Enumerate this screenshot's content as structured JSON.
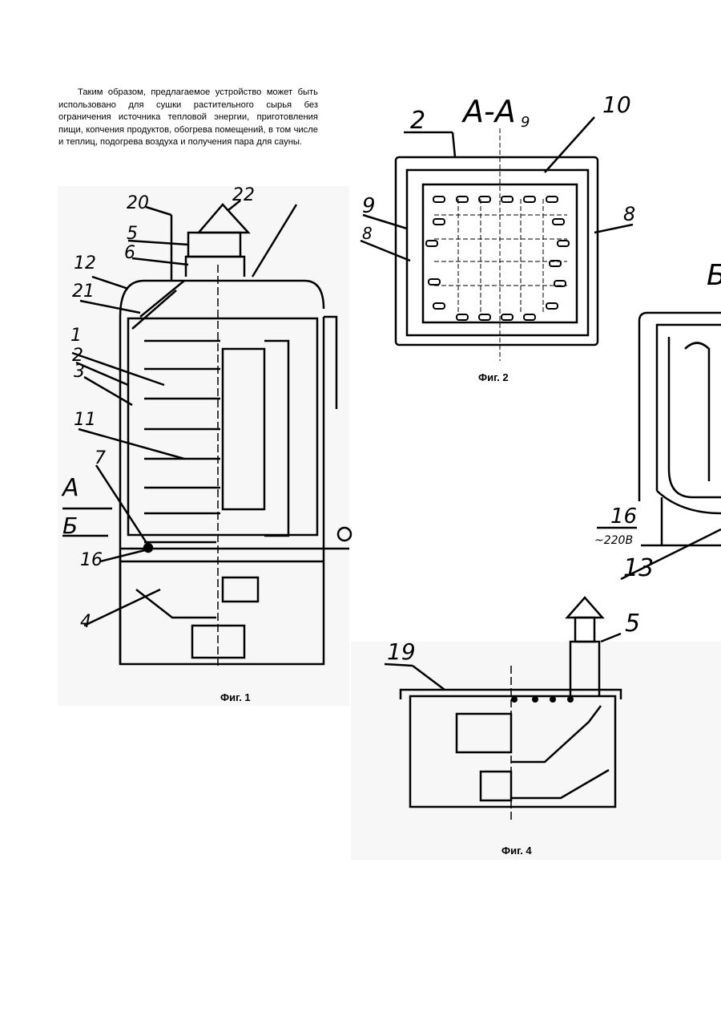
{
  "paragraph": "Таким образом, предлагаемое устройство может быть использовано для сушки растительного сырья без ограничения источника тепловой энергии, приготовления пищи, копчения продуктов, обогрева помещений, в том числе и теплиц, подогрева воздуха и получения пара для сауны.",
  "captions": {
    "fig1": "Фиг. 1",
    "fig2": "Фиг. 2",
    "fig4": "Фиг. 4"
  },
  "labels": {
    "fig1": [
      "20",
      "22",
      "5",
      "6",
      "12",
      "21",
      "1",
      "2",
      "3",
      "11",
      "7",
      "A",
      "Б",
      "16",
      "4"
    ],
    "fig2": [
      "2",
      "A-A",
      "9",
      "10",
      "9",
      "8",
      "8"
    ],
    "fig3": [
      "Б",
      "16",
      "~220В",
      "13"
    ],
    "fig4": [
      "19",
      "5"
    ]
  }
}
